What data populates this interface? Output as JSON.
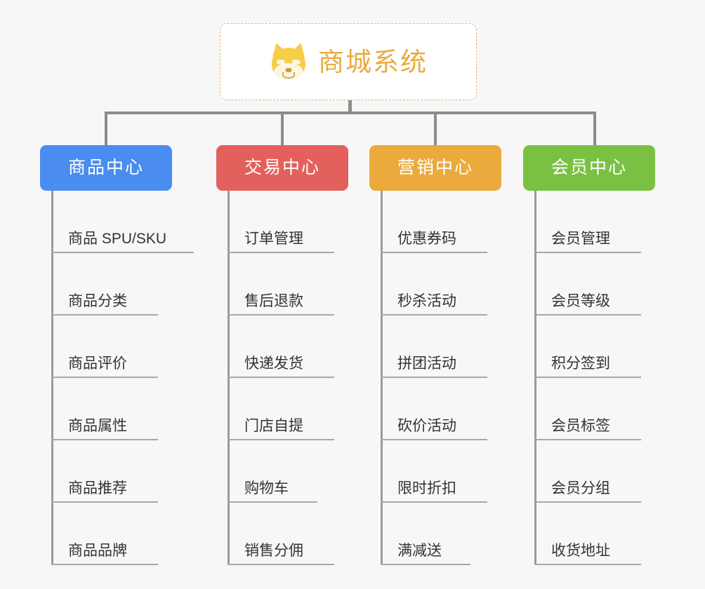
{
  "page": {
    "background_color": "#f7f7f7",
    "diagram_type": "org-tree",
    "title": "商城系统"
  },
  "root": {
    "label": "商城系统",
    "icon": "shiba-dog-emoji",
    "text_color": "#e8ab3e",
    "border_color": "#e8b96a",
    "background_color": "#ffffff"
  },
  "connector_color": "#8c8c8c",
  "branches": [
    {
      "label": "商品中心",
      "color": "#4a8cf0",
      "items": [
        "商品 SPU/SKU",
        "商品分类",
        "商品评价",
        "商品属性",
        "商品推荐",
        "商品品牌"
      ]
    },
    {
      "label": "交易中心",
      "color": "#e4605c",
      "items": [
        "订单管理",
        "售后退款",
        "快递发货",
        "门店自提",
        "购物车",
        "销售分佣"
      ]
    },
    {
      "label": "营销中心",
      "color": "#eaaa3c",
      "items": [
        "优惠券码",
        "秒杀活动",
        "拼团活动",
        "砍价活动",
        "限时折扣",
        "满减送"
      ]
    },
    {
      "label": "会员中心",
      "color": "#7ac143",
      "items": [
        "会员管理",
        "会员等级",
        "积分签到",
        "会员标签",
        "会员分组",
        "收货地址"
      ]
    }
  ]
}
